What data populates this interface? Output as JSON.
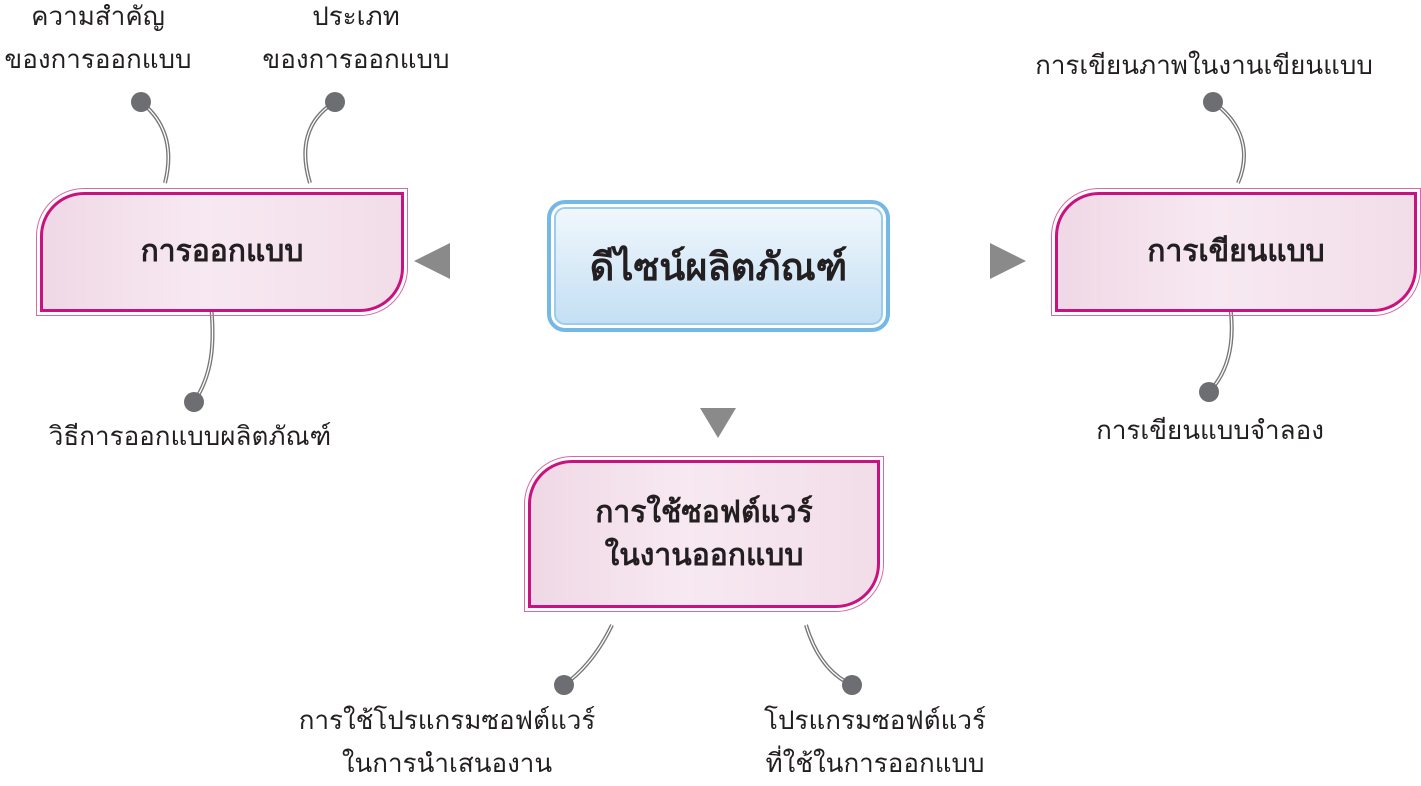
{
  "center": {
    "title": "ดีไซน์ผลิตภัณฑ์"
  },
  "branches": {
    "left": {
      "title": "การออกแบบ",
      "subs": [
        {
          "line1": "ความสำคัญ",
          "line2": "ของการออกแบบ"
        },
        {
          "line1": "ประเภท",
          "line2": "ของการออกแบบ"
        },
        {
          "line1": "วิธีการออกแบบผลิตภัณฑ์"
        }
      ]
    },
    "right": {
      "title": "การเขียนแบบ",
      "subs": [
        {
          "line1": "การเขียนภาพในงานเขียนแบบ"
        },
        {
          "line1": "การเขียนแบบจำลอง"
        }
      ]
    },
    "bottom": {
      "title_line1": "การใช้ซอฟต์แวร์",
      "title_line2": "ในงานออกแบบ",
      "subs": [
        {
          "line1": "การใช้โปรแกรมซอฟต์แวร์",
          "line2": "ในการนำเสนองาน"
        },
        {
          "line1": "โปรแกรมซอฟต์แวร์",
          "line2": "ที่ใช้ในการออกแบบ"
        }
      ]
    }
  },
  "colors": {
    "node_border": "#c8127f",
    "center_border": "#74b9e6",
    "arrow": "#8a8a8a",
    "dot": "#6d6e71"
  }
}
